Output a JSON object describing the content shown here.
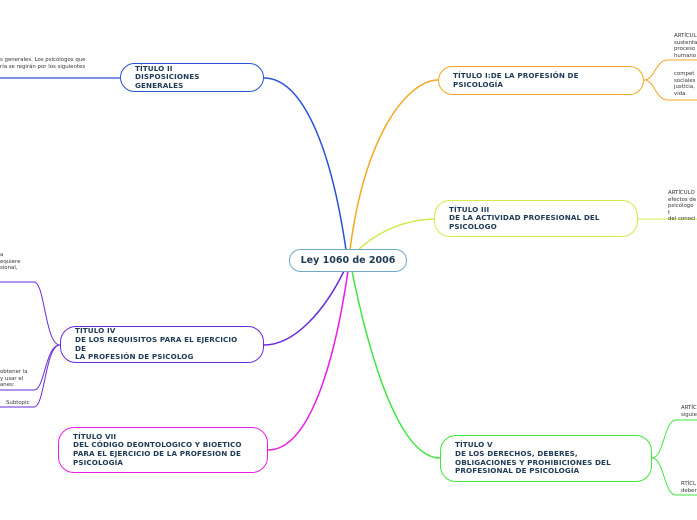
{
  "central": {
    "label": "Ley 1060 de 2006"
  },
  "topics": {
    "t1": {
      "label": "TÍTULO I:DE LA PROFESIÓN DE\nPSICOLOGÍA",
      "color": "#f5a623"
    },
    "t2": {
      "label": "TÍTULO II\nDISPOSICIONES GENERALES",
      "color": "#2a52d8"
    },
    "t3": {
      "label": "TÍTULO III\nDE LA ACTIVIDAD PROFESIONAL DEL\nPSICOLOGO",
      "color": "#d6e84a"
    },
    "t4": {
      "label": "TÍTULO IV\nDE LOS REQUISITOS PARA EL EJERCICIO DE\nLA PROFESIÓN DE PSICOLOG",
      "color": "#6a2bd9"
    },
    "t5": {
      "label": "TÍTULO V\nDE LOS DERECHOS, DEBERES,\nOBLIGACIONES Y PROHIBICIONES DEL\nPROFESIONAL DE PSICOLOGÍA",
      "color": "#3ee63e"
    },
    "t7": {
      "label": "TÍTULO VII\nDEL CÓDIGO DEONTOLOGICO Y BIOETICO\nPARA EL EJERCICIO DE LA PROFESION DE\nPSICOLOGÍA",
      "color": "#e81ee8"
    }
  },
  "leaves": {
    "t1a": "ARTÍCUL\nsustenta\nproceso\nhumano",
    "t1b": "compet\nsociales\njusticia,\nvida.",
    "t2a": "s generales. Los psicólogos que\nría se regirán por los siguientes",
    "t3a": "ARTÍCULO\nefectos de\npsicólogo t\ndel conoci",
    "t4a": "a\nequiere\nsional,",
    "t4b": "obtener la\n y usar el\nanes:",
    "t4c": "Subtopic",
    "t5a": "ARTÍC\nsiguie",
    "t5b": "RTÍCL\ndeber"
  }
}
